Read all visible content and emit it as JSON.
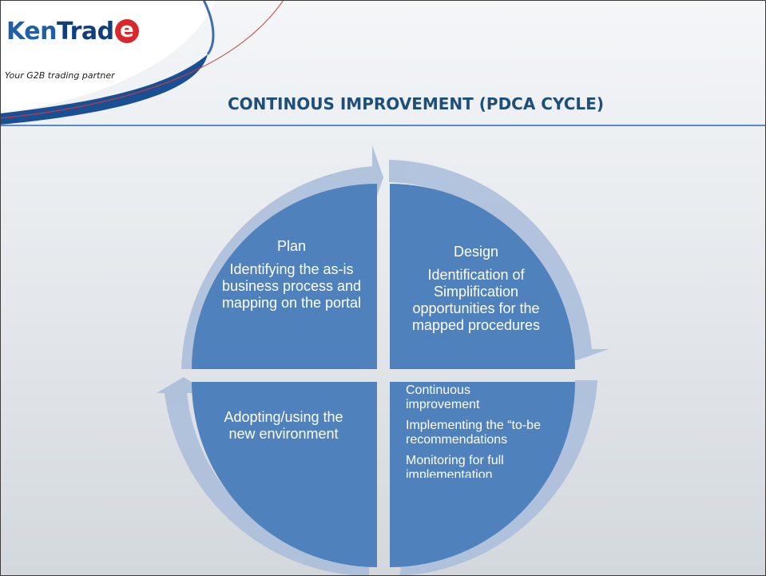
{
  "logo": {
    "part1": "Ken",
    "part2": "Trad",
    "part3": "e",
    "tagline": "Your G2B trading partner"
  },
  "slide": {
    "title": "CONTINOUS IMPROVEMENT (PDCA CYCLE)"
  },
  "quadrants": {
    "plan": {
      "heading": "Plan",
      "body": "Identifying the as-is business process and mapping on the portal"
    },
    "design": {
      "heading": "Design",
      "body": "Identification of Simplification opportunities for the mapped procedures"
    },
    "adopt": {
      "body": "Adopting/using the new environment"
    },
    "continuous": {
      "items": [
        "Continuous improvement",
        "Implementing the “to-be recommendations",
        "Monitoring for full implementation"
      ]
    }
  },
  "colors": {
    "quadrant_fill": "#4f81bd",
    "arc_fill": "#a9bcda",
    "title": "#1f4e79",
    "rule": "#5a8bd0",
    "logo_red": "#d8282c"
  }
}
